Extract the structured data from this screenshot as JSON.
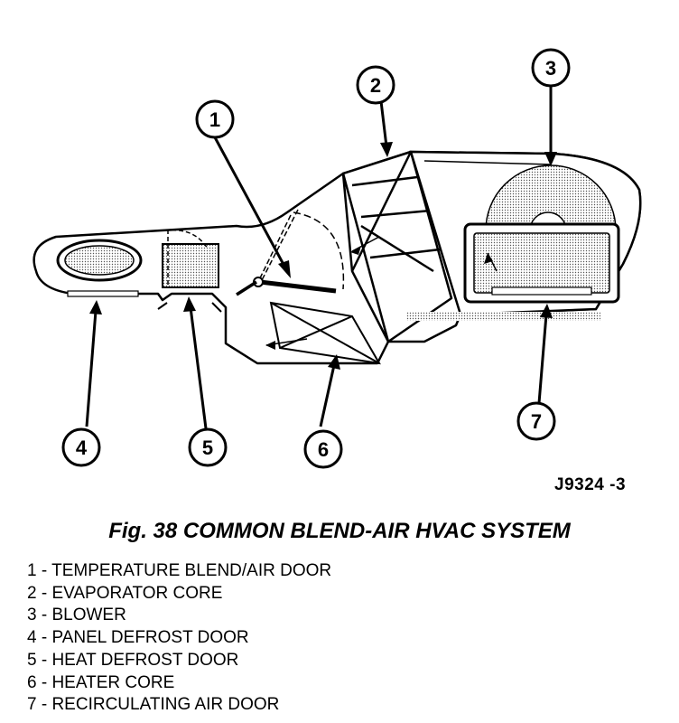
{
  "figure": {
    "id_label": "J9324 -3",
    "caption": "Fig. 38 COMMON BLEND-AIR HVAC SYSTEM"
  },
  "callouts": [
    "1",
    "2",
    "3",
    "4",
    "5",
    "6",
    "7"
  ],
  "legend": [
    "1 - TEMPERATURE BLEND/AIR DOOR",
    "2 - EVAPORATOR CORE",
    "3 - BLOWER",
    "4 - PANEL DEFROST DOOR",
    "5 - HEAT DEFROST DOOR",
    "6 - HEATER CORE",
    "7 - RECIRCULATING AIR DOOR"
  ]
}
